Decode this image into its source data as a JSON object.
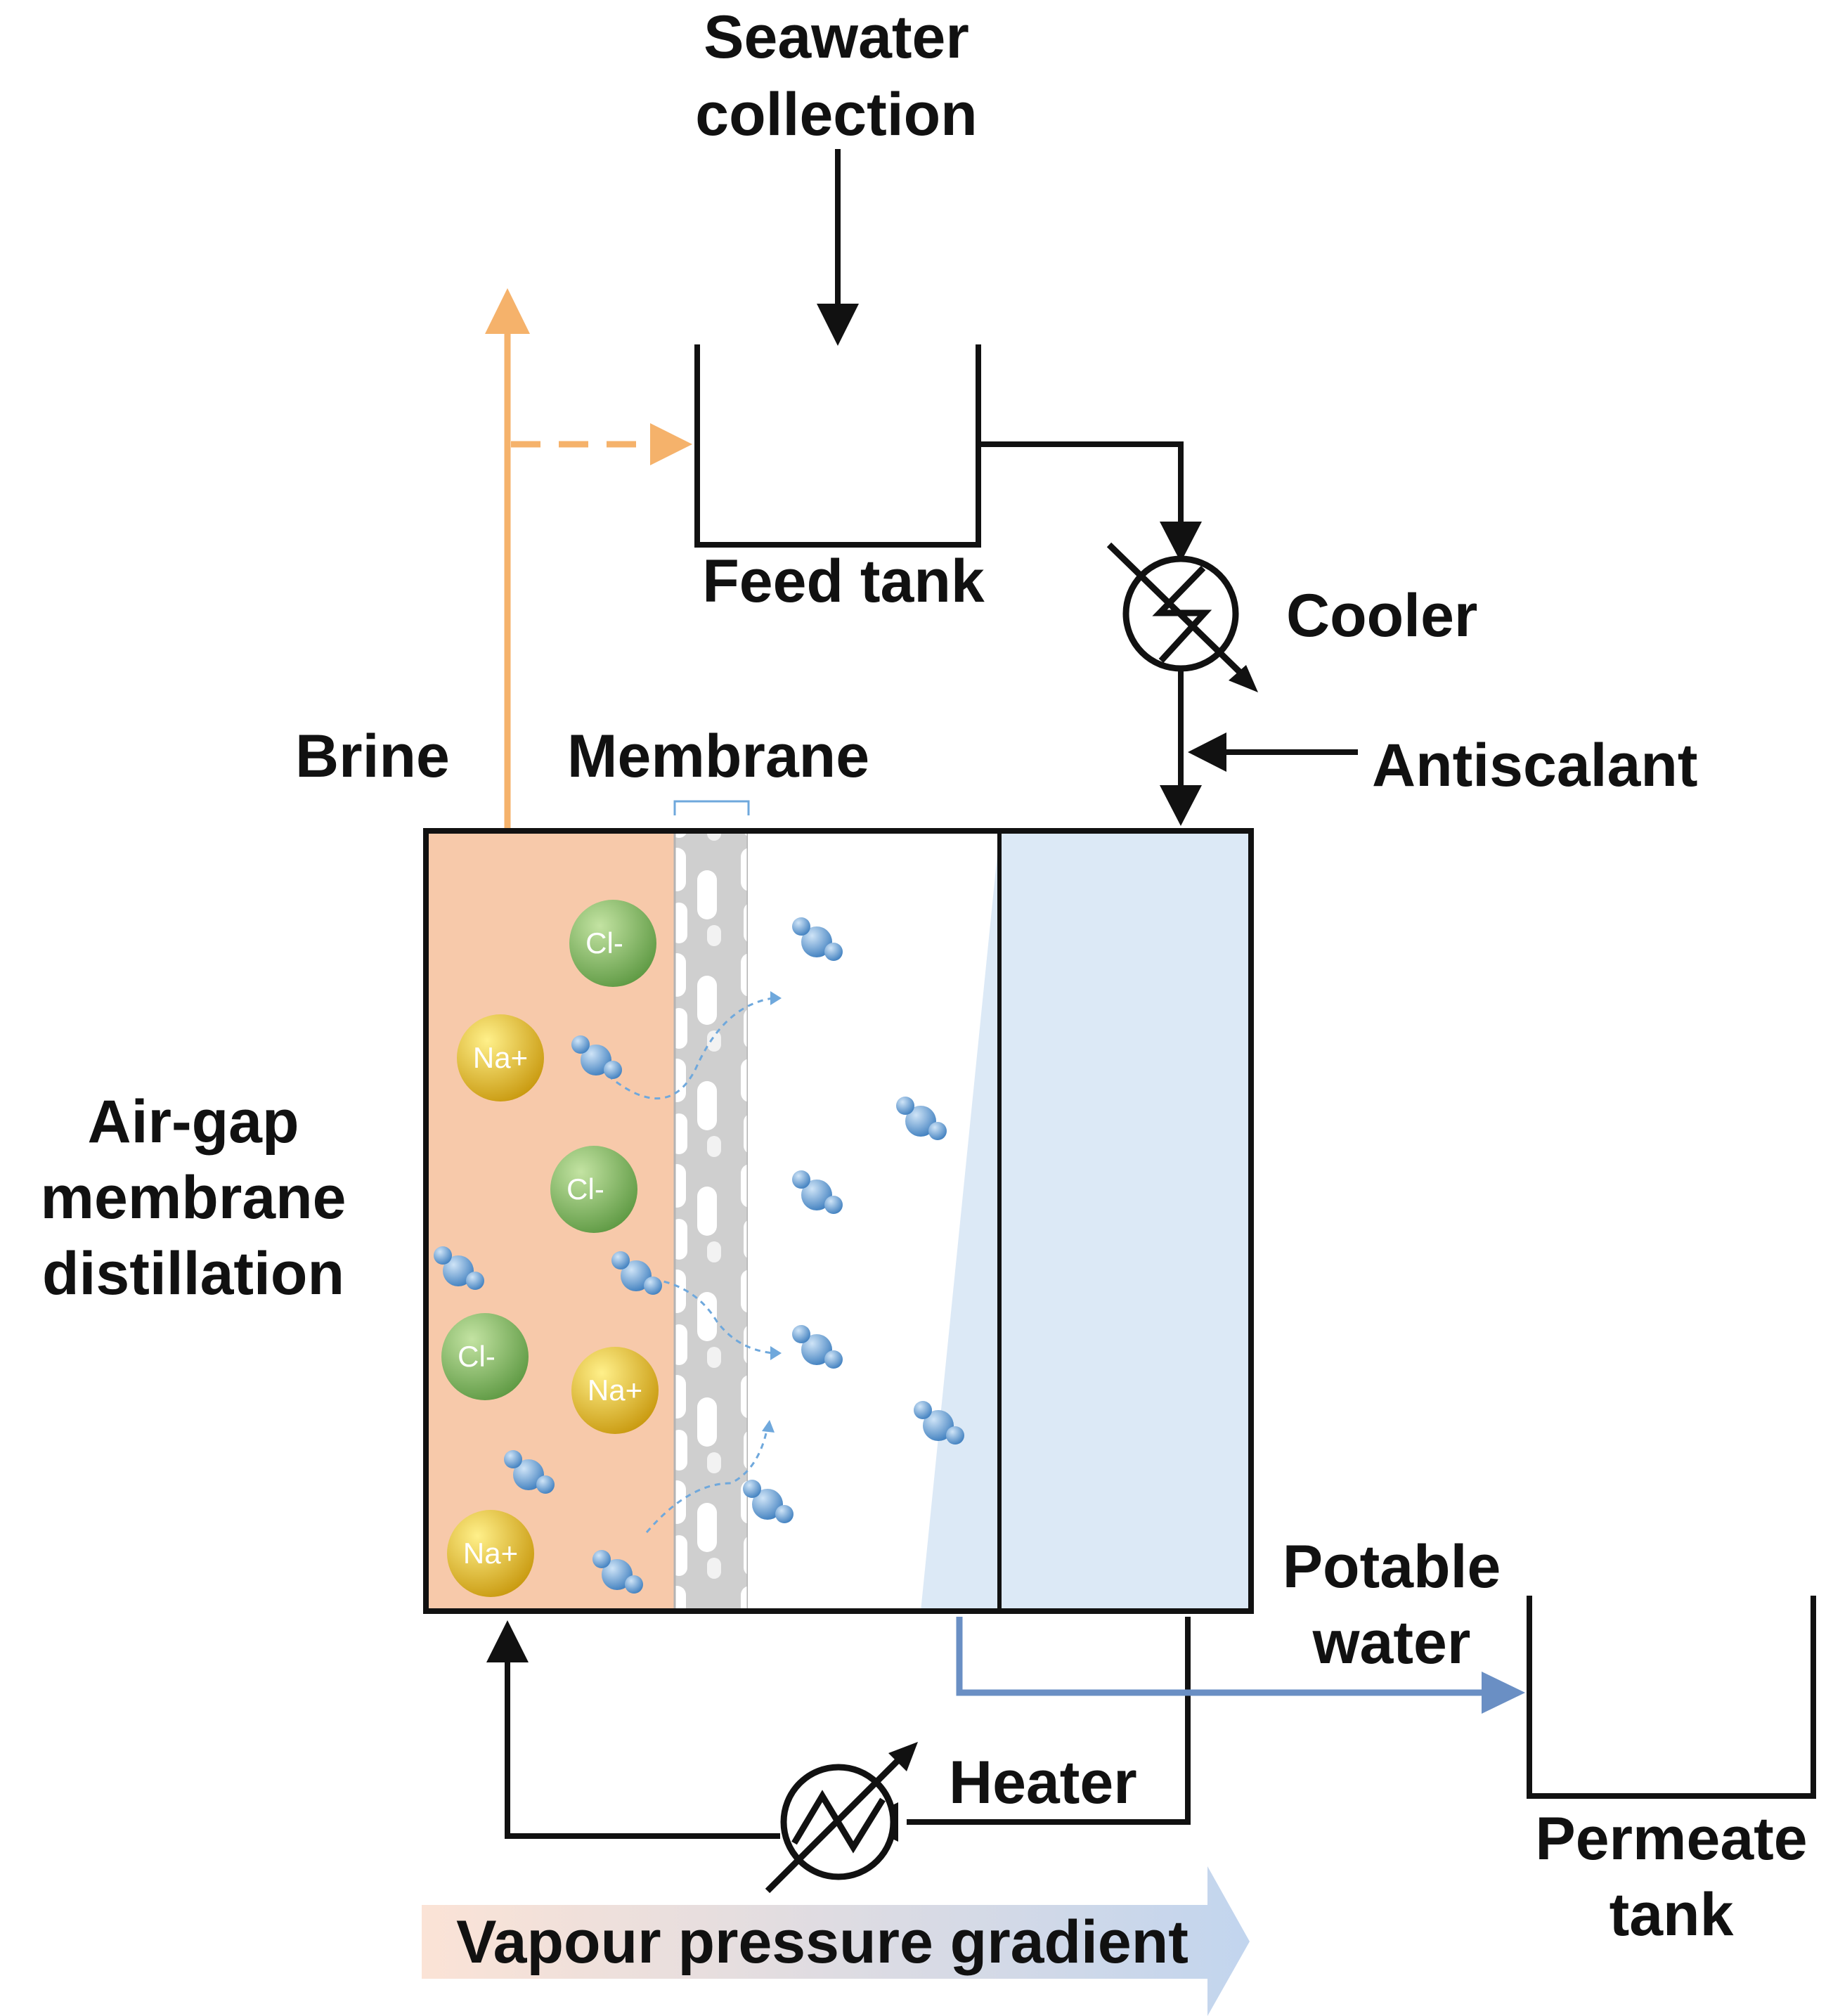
{
  "labels": {
    "seawater_line1": "Seawater",
    "seawater_line2": "collection",
    "feed_tank": "Feed tank",
    "cooler": "Cooler",
    "antiscalant": "Antiscalant",
    "brine": "Brine",
    "membrane": "Membrane",
    "agmd_line1": "Air-gap",
    "agmd_line2": "membrane",
    "agmd_line3": "distillation",
    "potable_line1": "Potable",
    "potable_line2": "water",
    "heater": "Heater",
    "permeate_line1": "Permeate",
    "permeate_line2": "tank",
    "gradient": "Vapour pressure gradient"
  },
  "ions": {
    "chloride": "Cl-",
    "sodium": "Na+"
  },
  "colors": {
    "brine_flow": "#f5b26b",
    "feed_side": "#f7c9aa",
    "coolant_side": "#dce9f6",
    "permeate_flow": "#6a8fc4",
    "chloride_ion": "#7bb35a",
    "sodium_ion": "#e6b820",
    "water_molecule": "#6fa8dc",
    "line": "#111111"
  }
}
